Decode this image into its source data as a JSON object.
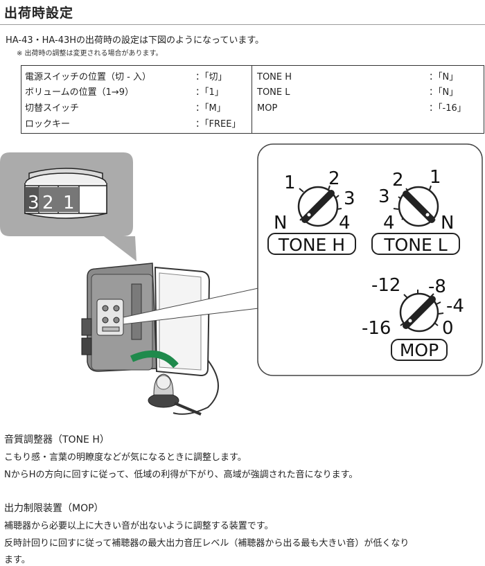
{
  "title": "出荷時設定",
  "intro": "HA-43・HA-43Hの出荷時の設定は下図のようになっています。",
  "note": "※ 出荷時の調整は変更される場合があります。",
  "settings_left": [
    {
      "label": "電源スイッチの位置（切 - 入）",
      "value": "：「切」"
    },
    {
      "label": "ボリュームの位置（1→9）",
      "value": "：「1」"
    },
    {
      "label": "切替スイッチ",
      "value": "：「M」"
    },
    {
      "label": "ロックキー",
      "value": "：「FREE」"
    }
  ],
  "settings_right": [
    {
      "label": "TONE H",
      "value": "：「N」"
    },
    {
      "label": "TONE L",
      "value": "：「N」"
    },
    {
      "label": "MOP",
      "value": "：「-16」"
    }
  ],
  "lock_key_digits": [
    "3",
    "2",
    "1"
  ],
  "tone_h": {
    "label": "TONE H",
    "marks": [
      "1",
      "2",
      "3",
      "N",
      "4"
    ]
  },
  "tone_l": {
    "label": "TONE L",
    "marks": [
      "2",
      "1",
      "3",
      "4",
      "N"
    ]
  },
  "mop": {
    "label": "MOP",
    "marks": [
      "-12",
      "-8",
      "-4",
      "-16",
      "0"
    ]
  },
  "section1": {
    "heading": "音質調整器（TONE H）",
    "lines": [
      "こもり感・言葉の明瞭度などが気になるときに調整します。",
      "NからHの方向に回すに従って、低域の利得が下がり、高域が強調された音になります。"
    ]
  },
  "section2": {
    "heading": "出力制限装置（MOP）",
    "lines": [
      "補聴器から必要以上に大きい音が出ないように調整する装置です。",
      "反時計回りに回すに従って補聴器の最大出力音圧レベル（補聴器から出る最も大きい音）が低くなり",
      "ます。"
    ]
  },
  "colors": {
    "green": "#1f8a4c",
    "device_gray": "#6b6b6b",
    "bubble_gray": "#aaaaaa"
  }
}
